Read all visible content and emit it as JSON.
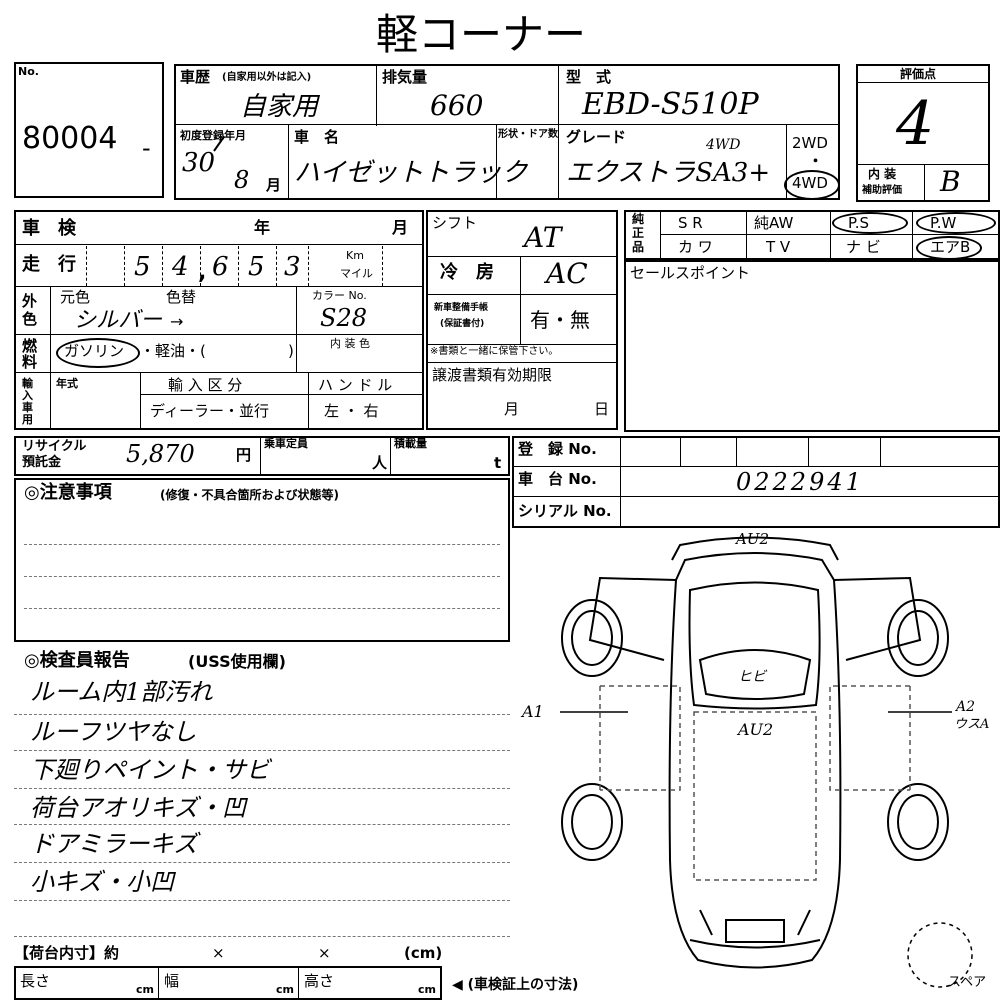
{
  "header": {
    "title": "軽コーナー"
  },
  "lot": {
    "label": "No.",
    "number": "80004",
    "dash": "-"
  },
  "history": {
    "label": "車歴",
    "label_note": "(自家用以外は記入)",
    "value": "自家用"
  },
  "displacement": {
    "label": "排気量",
    "value": "660"
  },
  "model": {
    "label": "型　式",
    "value": "EBD-S510P"
  },
  "score": {
    "label": "評価点",
    "value": "4",
    "interior_label_1": "内 装",
    "interior_label_2": "補助評価",
    "interior_value": "B"
  },
  "first_reg": {
    "label": "初度登録年月",
    "year": "30",
    "month": "8",
    "month_unit": "月"
  },
  "car_name": {
    "label": "車　名",
    "value": "ハイゼットトラック"
  },
  "shape": {
    "label": "形状・ドア数"
  },
  "grade": {
    "label": "グレード",
    "value": "エクストラSA3+",
    "note": "4WD"
  },
  "drive": {
    "opt_2wd": "2WD",
    "opt_4wd": "4WD",
    "dot": "・"
  },
  "inspection": {
    "label": "車　検",
    "year_unit": "年",
    "month_unit": "月"
  },
  "mileage": {
    "label": "走　行",
    "digits": [
      "",
      "5",
      "4",
      "6",
      "5",
      "3"
    ],
    "sep": ",",
    "unit_km": "Km",
    "unit_mile": "マイル"
  },
  "color": {
    "label": "外色",
    "orig_label": "元色",
    "change_label": "色替",
    "orig_value": "シルバー",
    "arrow": "→",
    "code_label": "カラー No.",
    "code_value": "S28"
  },
  "fuel": {
    "label": "燃料",
    "gasoline": "ガソリン",
    "rest": "・軽油・(",
    "close": ")"
  },
  "interior_color": {
    "label": "内 装 色"
  },
  "import": {
    "label": "輸入車用",
    "year_label": "年式",
    "class_label": "輸 入 区 分",
    "class_value": "ディーラー・並行"
  },
  "handle": {
    "label": "ハ ン ド ル",
    "value": "左 ・ 右"
  },
  "shift": {
    "label": "シフト",
    "value": "AT"
  },
  "aircon": {
    "label": "冷　房",
    "value": "AC"
  },
  "manual": {
    "label_1": "新車整備手帳",
    "label_2": "(保証書付)",
    "value": "有・無",
    "note": "※書類と一緒に保管下さい。"
  },
  "transfer": {
    "label": "譲渡書類有効期限",
    "month_unit": "月",
    "day_unit": "日"
  },
  "equipment": {
    "side_label": "純正品",
    "row1": [
      "S R",
      "純AW",
      "P.S",
      "P.W"
    ],
    "row2": [
      "カ ワ",
      "T V",
      "ナ ビ",
      "エアB"
    ]
  },
  "sales_point": {
    "label": "セールスポイント"
  },
  "recycle": {
    "label_1": "リサイクル",
    "label_2": "預託金",
    "value": "5,870",
    "unit": "円"
  },
  "capacity": {
    "label": "乗車定員",
    "unit": "人"
  },
  "load": {
    "label": "積載量",
    "unit": "t"
  },
  "registration": {
    "reg_label": "登　録 No.",
    "chassis_label": "車　台 No.",
    "chassis_value": "0222941",
    "serial_label": "シリアル No."
  },
  "notes": {
    "title": "◎注意事項",
    "sub": "(修復・不具合箇所および状態等)"
  },
  "inspector": {
    "title": "◎検査員報告",
    "sub": "(USS使用欄)",
    "lines": [
      "ルーム内1部汚れ",
      "ルーフツヤなし",
      "下廻りペイント・サビ",
      "荷台アオリキズ・凹",
      "ドアミラーキズ",
      "小キズ・小凹"
    ]
  },
  "cargo": {
    "title": "【荷台内寸】約",
    "x1": "×",
    "x2": "×",
    "unit": "(cm)",
    "length": "長さ",
    "width": "幅",
    "height": "高さ",
    "cm": "cm",
    "note": "◀ (車検証上の寸法)"
  },
  "diagram": {
    "top": "AU2",
    "glass": "ヒビ",
    "roof": "AU2",
    "left": "A1",
    "right_1": "A2",
    "right_2": "ウスA",
    "spare": "スペア"
  }
}
